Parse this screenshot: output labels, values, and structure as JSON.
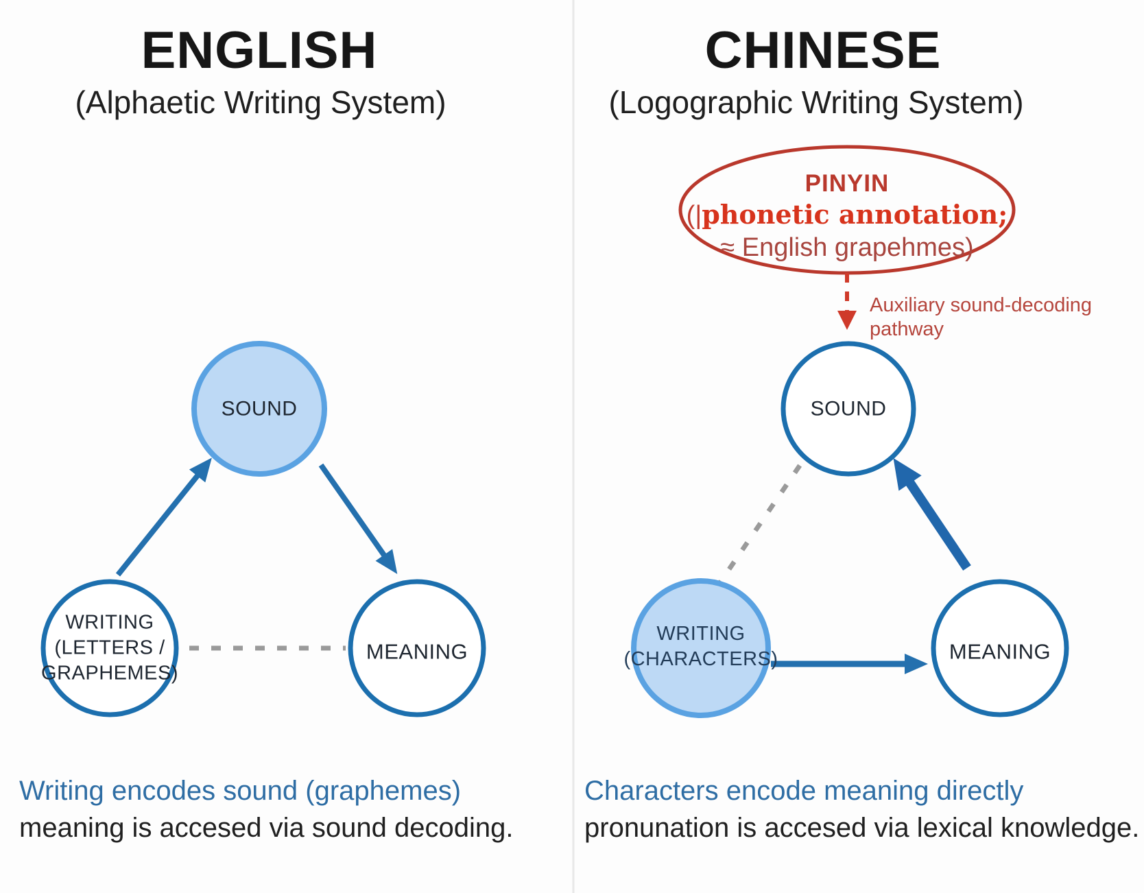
{
  "colors": {
    "node_fill_blue": "#bdd9f5",
    "node_border_light": "#5aa2e2",
    "node_border_dark": "#1c6fae",
    "arrow_blue": "#2470ae",
    "dashed_gray": "#9a9a9a",
    "red_primary": "#b9382c",
    "red_bright": "#d7331c",
    "red_arrow": "#cf3a2a",
    "caption_blue": "#2e6da4",
    "divider": "#e8e8e8"
  },
  "left_panel": {
    "title": "ENGLISH",
    "subtitle": "(Alphaetic Writing System)",
    "nodes": {
      "sound": "SOUND",
      "writing_lines": [
        "WRITING",
        "(LETTERS /",
        "GRAPHEMES)"
      ],
      "meaning": "MEANING"
    },
    "caption": {
      "line1": "Writing encodes sound (graphemes)",
      "line2": "meaning is accesed via sound decoding."
    }
  },
  "right_panel": {
    "title": "CHINESE",
    "subtitle": "(Logographic Writing System)",
    "pinyin_bubble": {
      "title": "PINYIN",
      "line2_open": "(|",
      "line2_main": "phonetic annotation",
      "line2_end": ";",
      "line3": "≈ English grapehmes)"
    },
    "pathway_label_line1": "Auxiliary sound-decoding",
    "pathway_label_line2": "pathway",
    "nodes": {
      "sound": "SOUND",
      "writing_lines": [
        "WRITING",
        "(CHARACTERS)"
      ],
      "meaning": "MEANING"
    },
    "caption": {
      "line1": "Characters encode meaning directly",
      "line2": "pronunation is accesed via lexical knowledge."
    }
  }
}
